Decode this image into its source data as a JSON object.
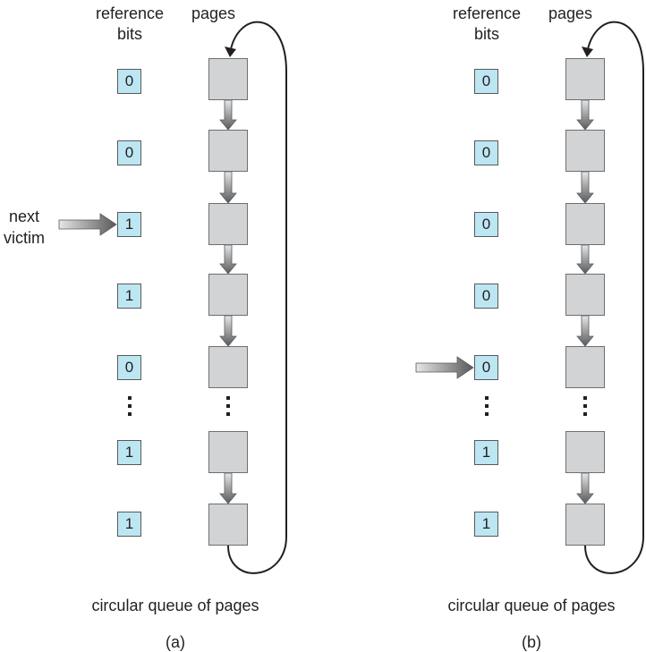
{
  "panels": [
    {
      "id": "a",
      "header_reference": [
        "reference",
        "bits"
      ],
      "header_pages": "pages",
      "bits": [
        "0",
        "0",
        "1",
        "1",
        "0",
        "1",
        "1"
      ],
      "pointer_label": [
        "next",
        "victim"
      ],
      "pointer_row": 2,
      "caption": "circular queue of pages",
      "sublabel": "(a)"
    },
    {
      "id": "b",
      "header_reference": [
        "reference",
        "bits"
      ],
      "header_pages": "pages",
      "bits": [
        "0",
        "0",
        "0",
        "0",
        "0",
        "1",
        "1"
      ],
      "pointer_label": [],
      "pointer_row": 4,
      "caption": "circular queue of pages",
      "sublabel": "(b)"
    }
  ],
  "colors": {
    "bit_fill": "#bde6f3",
    "page_fill": "#d1d3d4",
    "arrow_light": "#e6e7e8",
    "arrow_dark": "#58595b",
    "line": "#231f20"
  }
}
